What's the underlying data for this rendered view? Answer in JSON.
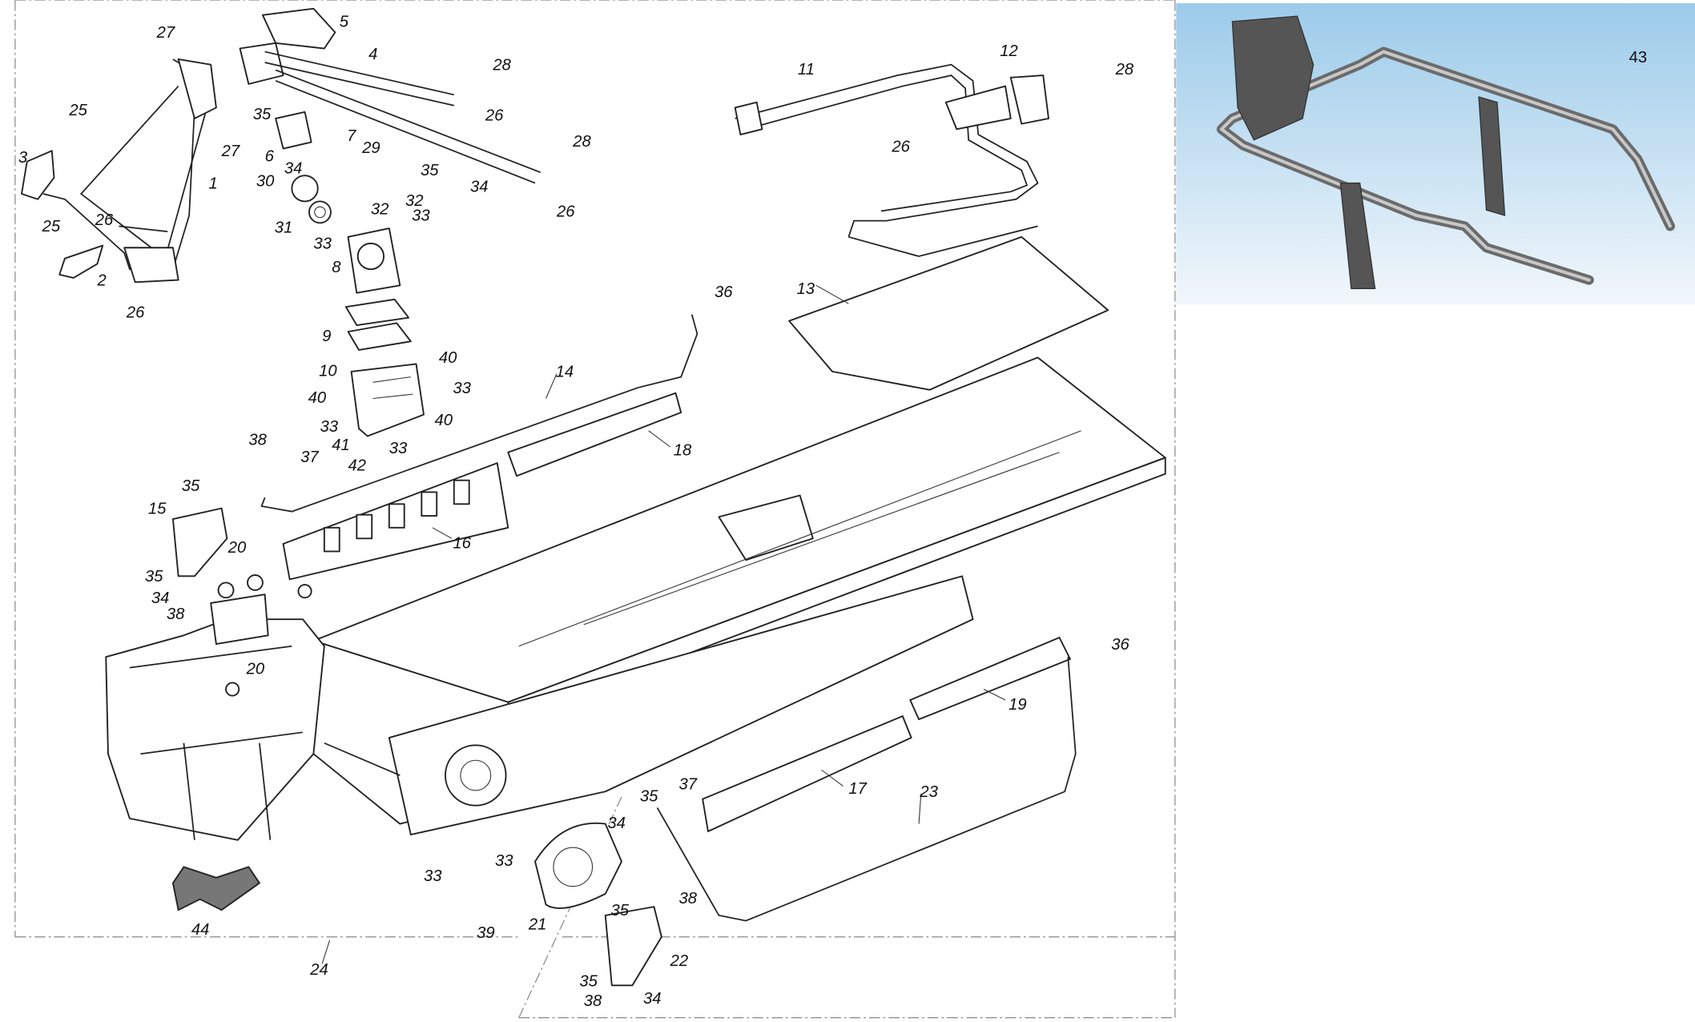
{
  "diagram": {
    "title_visible": false,
    "accent_inset_background": "#a8d2ee",
    "callouts": [
      "1",
      "2",
      "3",
      "4",
      "5",
      "6",
      "7",
      "8",
      "9",
      "10",
      "11",
      "12",
      "13",
      "14",
      "15",
      "16",
      "17",
      "18",
      "19",
      "20",
      "20",
      "21",
      "22",
      "23",
      "24",
      "25",
      "25",
      "26",
      "26",
      "26",
      "26",
      "26",
      "27",
      "27",
      "28",
      "28",
      "28",
      "29",
      "30",
      "31",
      "32",
      "32",
      "33",
      "33",
      "33",
      "33",
      "33",
      "33",
      "33",
      "34",
      "34",
      "34",
      "34",
      "34",
      "35",
      "35",
      "35",
      "35",
      "35",
      "35",
      "35",
      "36",
      "36",
      "37",
      "37",
      "38",
      "38",
      "38",
      "38",
      "39",
      "40",
      "40",
      "40",
      "41",
      "42",
      "44"
    ],
    "inset": {
      "callout": "43"
    }
  }
}
